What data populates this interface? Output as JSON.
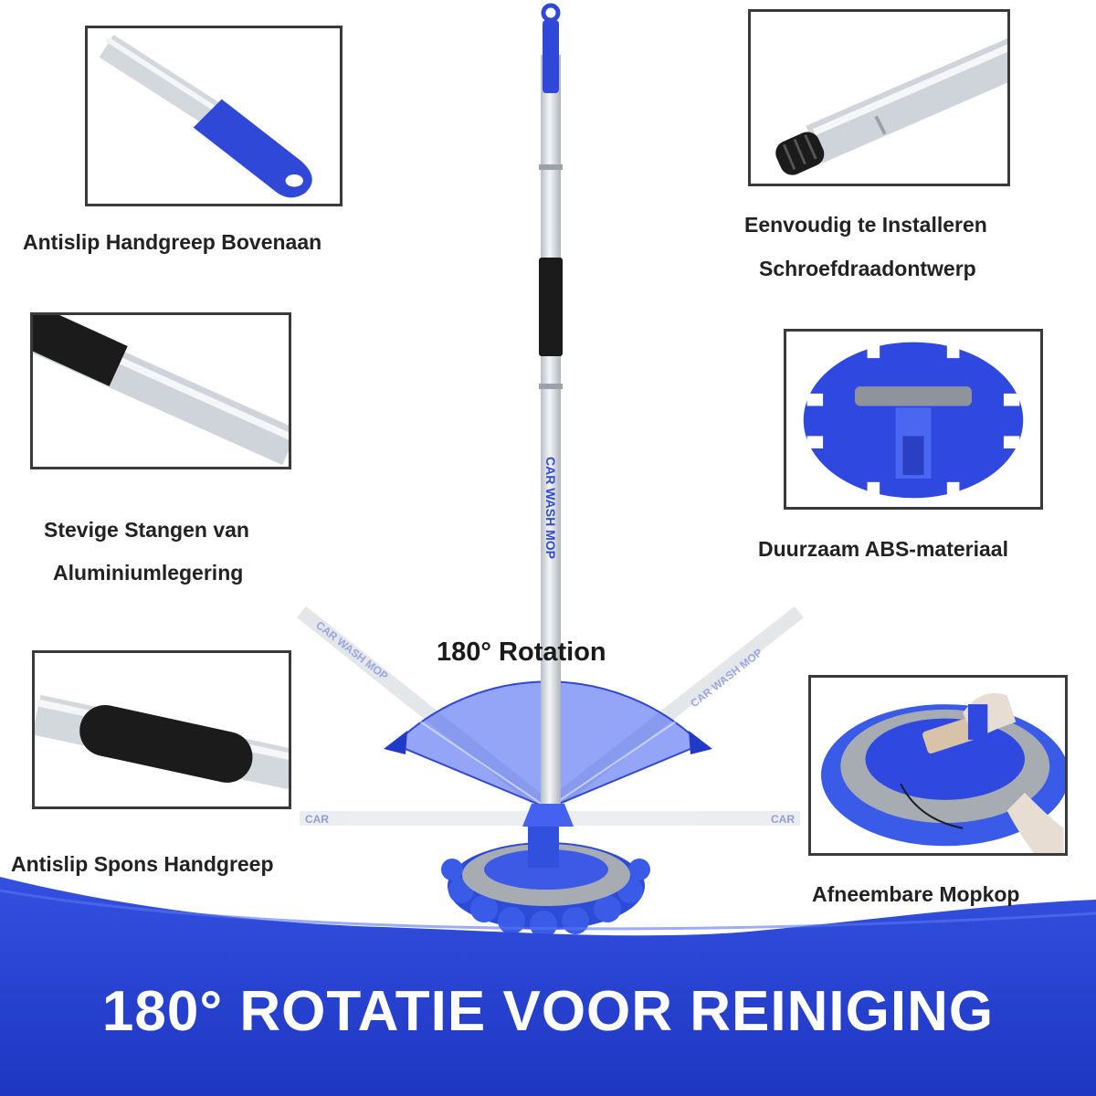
{
  "features": {
    "top_left": "Antislip Handgreep Bovenaan",
    "mid_left": [
      "Stevige Stangen van",
      "Aluminiumlegering"
    ],
    "bottom_left": "Antislip Spons Handgreep",
    "top_right": [
      "Eenvoudig te Installeren",
      "Schroefdraadontwerp"
    ],
    "mid_right": "Duurzaam ABS-materiaal",
    "bottom_right": "Afneembare Mopkop"
  },
  "pole_text": "CAR WASH MOP",
  "rotation_label": "180° Rotation",
  "banner": "180° ROTATIE VOOR REINIGING",
  "colors": {
    "accent_blue": "#2f48d8",
    "banner_blue": "#2a44d4",
    "aluminium": "#d9dde2",
    "grip_black": "#1b1b1b"
  }
}
